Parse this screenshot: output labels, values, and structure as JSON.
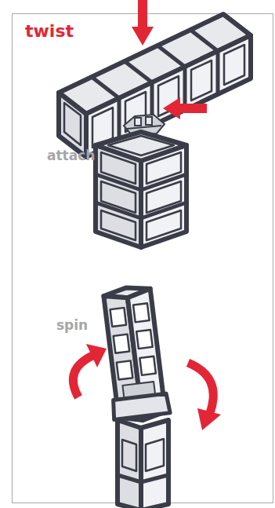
{
  "diagram": {
    "title": "twist",
    "labels": [
      "attach",
      "spin"
    ]
  }
}
